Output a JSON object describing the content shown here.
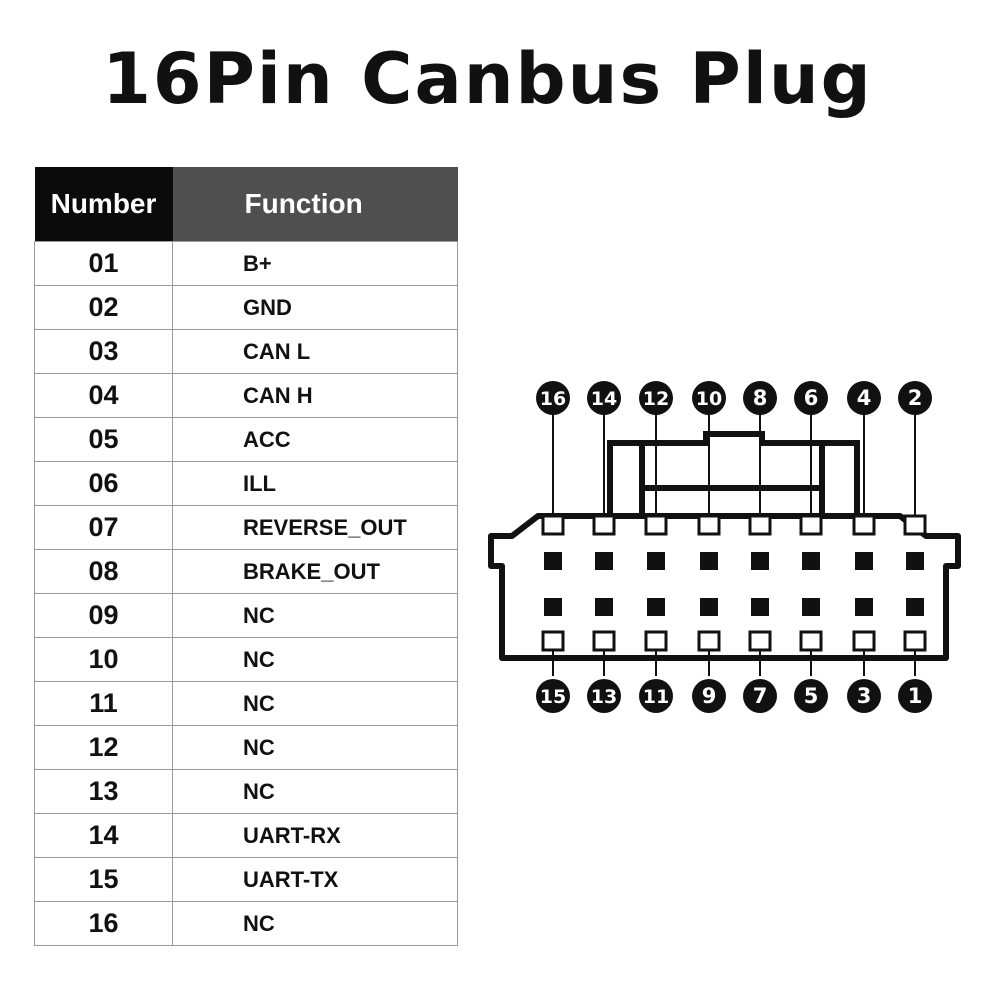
{
  "title": "16Pin Canbus Plug",
  "table": {
    "headers": {
      "number": "Number",
      "function": "Function"
    },
    "rows": [
      {
        "number": "01",
        "function": "B+"
      },
      {
        "number": "02",
        "function": "GND"
      },
      {
        "number": "03",
        "function": "CAN L"
      },
      {
        "number": "04",
        "function": "CAN H"
      },
      {
        "number": "05",
        "function": "ACC"
      },
      {
        "number": "06",
        "function": "ILL"
      },
      {
        "number": "07",
        "function": "REVERSE_OUT"
      },
      {
        "number": "08",
        "function": "BRAKE_OUT"
      },
      {
        "number": "09",
        "function": "NC"
      },
      {
        "number": "10",
        "function": "NC"
      },
      {
        "number": "11",
        "function": "NC"
      },
      {
        "number": "12",
        "function": "NC"
      },
      {
        "number": "13",
        "function": "NC"
      },
      {
        "number": "14",
        "function": "UART-RX"
      },
      {
        "number": "15",
        "function": "UART-TX"
      },
      {
        "number": "16",
        "function": "NC"
      }
    ]
  },
  "connector": {
    "top_pins": [
      "16",
      "14",
      "12",
      "10",
      "8",
      "6",
      "4",
      "2"
    ],
    "bottom_pins": [
      "15",
      "13",
      "11",
      "9",
      "7",
      "5",
      "3",
      "1"
    ]
  }
}
